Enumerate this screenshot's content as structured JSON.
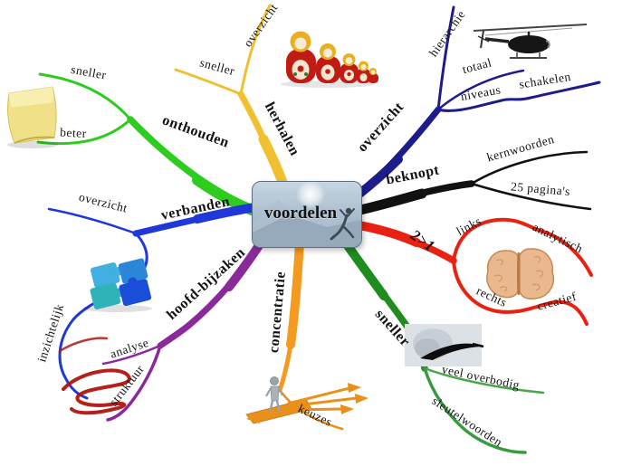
{
  "center": {
    "label": "voordelen",
    "image": "mountain-sunrise-with-jumping-figure"
  },
  "branches": {
    "onthouden": {
      "label": "onthouden",
      "color": "#2ECC1E",
      "image": "sticky-note",
      "children": [
        "sneller",
        "beter"
      ]
    },
    "herhalen": {
      "label": "herhalen",
      "color": "#F0C030",
      "image": "matryoshka-dolls",
      "children": [
        "sneller",
        "overzicht"
      ]
    },
    "overzicht": {
      "label": "overzicht",
      "color": "#1C1C8A",
      "image": "helicopter",
      "children": [
        "hierarchie",
        "totaal",
        "niveaus",
        "schakelen"
      ]
    },
    "beknopt": {
      "label": "beknopt",
      "color": "#111111",
      "children": [
        "kernwoorden",
        "25 pagina's"
      ]
    },
    "twee_groter_een": {
      "label": "2>1",
      "color": "#E82112",
      "image": "brain",
      "children": [
        "links",
        "analytisch",
        "rechts",
        "creatief"
      ]
    },
    "sneller": {
      "label": "sneller",
      "color": "#1E8C1E",
      "image": "pen-nib",
      "children": [
        "veel overbodig",
        "sleutelwoorden"
      ]
    },
    "concentratie": {
      "label": "concentratie",
      "color": "#F59A20",
      "image": "crossroads-figure",
      "children": [
        "keuzes"
      ]
    },
    "verbanden": {
      "label": "verbanden",
      "color": "#2038D8",
      "image": "puzzle-pieces",
      "children": [
        "overzicht",
        "inzichtelijk"
      ]
    },
    "hoofd_bijzaken": {
      "label": "hoofd-bijzaken",
      "color": "#8A2A9A",
      "image": "red-scribble",
      "children": [
        "analyse",
        "struktuur"
      ]
    }
  }
}
